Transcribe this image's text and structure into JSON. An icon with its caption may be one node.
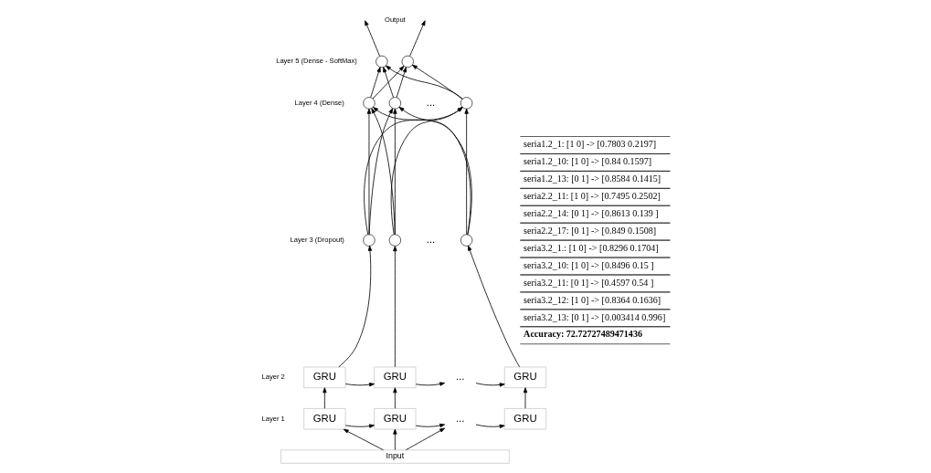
{
  "diagram": {
    "nodes": [
      {
        "text": [],
        "shape": "circle"
      },
      {
        "text": [],
        "shape": "circle"
      },
      {
        "text": [],
        "shape": "circle"
      },
      {
        "text": [],
        "shape": "circle"
      },
      {
        "text": [],
        "shape": "circle"
      },
      {
        "text": [],
        "shape": "circle"
      },
      {
        "text": [],
        "shape": "circle"
      },
      {
        "text": [],
        "shape": "circle"
      },
      {
        "text": [
          "GRU"
        ]
      },
      {
        "text": [
          "GRU"
        ]
      },
      {
        "text": [
          "..."
        ]
      },
      {
        "text": [
          "GRU"
        ]
      },
      {
        "text": [
          "GRU"
        ]
      },
      {
        "text": [
          "GRU"
        ]
      },
      {
        "text": [
          "..."
        ]
      },
      {
        "text": [
          "GRU"
        ]
      },
      {
        "text": [
          "Input"
        ]
      }
    ],
    "edges": [
      {
        "from": 16,
        "to": 12,
        "arrow": "to"
      },
      {
        "from": 16,
        "to": 13,
        "arrow": "to"
      },
      {
        "from": 16,
        "to": 14,
        "arrow": "to"
      },
      {
        "from": 12,
        "to": 13,
        "arrow": "to"
      },
      {
        "from": 13,
        "to": 14,
        "arrow": "to"
      },
      {
        "from": 14,
        "to": 15,
        "arrow": "to"
      },
      {
        "from": 12,
        "to": 8,
        "arrow": "to"
      },
      {
        "from": 13,
        "to": 9,
        "arrow": "to"
      },
      {
        "from": 15,
        "to": 11,
        "arrow": "to"
      },
      {
        "from": 8,
        "to": 9,
        "arrow": "to"
      },
      {
        "from": 9,
        "to": 10,
        "arrow": "to"
      },
      {
        "from": 10,
        "to": 11,
        "arrow": "to"
      },
      {
        "from": 8,
        "to": 5,
        "arrow": "to"
      },
      {
        "from": 9,
        "to": 6,
        "arrow": "to"
      },
      {
        "from": 11,
        "to": 7,
        "arrow": "to"
      },
      {
        "from": 5,
        "to": 2,
        "arrow": "to"
      },
      {
        "from": 5,
        "to": 3,
        "arrow": "to"
      },
      {
        "from": 5,
        "to": 4,
        "arrow": "to"
      },
      {
        "from": 6,
        "to": 2,
        "arrow": "to"
      },
      {
        "from": 6,
        "to": 3,
        "arrow": "to"
      },
      {
        "from": 6,
        "to": 4,
        "arrow": "to"
      },
      {
        "from": 7,
        "to": 2,
        "arrow": "to"
      },
      {
        "from": 7,
        "to": 3,
        "arrow": "to"
      },
      {
        "from": 7,
        "to": 4,
        "arrow": "to"
      },
      {
        "from": 2,
        "to": 0,
        "arrow": "to"
      },
      {
        "from": 2,
        "to": 1,
        "arrow": "to"
      },
      {
        "from": 3,
        "to": 0,
        "arrow": "to"
      },
      {
        "from": 3,
        "to": 1,
        "arrow": "to"
      },
      {
        "from": 4,
        "to": 0,
        "arrow": "to"
      },
      {
        "from": 4,
        "to": 1,
        "arrow": "to"
      },
      {
        "from": 0,
        "to": null,
        "arrow": "to"
      },
      {
        "from": 1,
        "to": null,
        "arrow": "to"
      }
    ],
    "labels": [
      "Output",
      "Layer 5 (Dense - SoftMax)",
      "Layer 4 (Dense)",
      "...",
      "Layer 3 (Dropout)",
      "...",
      "Layer 2",
      "Layer 1",
      "seria1.2_1: [1 0] -> [0.7803 0.2197]",
      "seria1.2_10: [1 0] -> [0.84 0.1597]",
      "seria1.2_13: [0 1] -> [0.8584 0.1415]",
      "seria2.2_11: [1 0] -> [0.7495 0.2502]",
      "seria2.2_14: [0 1] -> [0.8613 0.139 ]",
      "seria2.2_17: [0 1] -> [0.849 0.1508]",
      "seria3.2_1.: [1 0] -> [0.8296 0.1704]",
      "seria3.2_10: [1 0] -> [0.8496 0.15 ]",
      "seria3.2_11: [0 1] -> [0.4597 0.54 ]",
      "seria3.2_12: [1 0] -> [0.8364 0.1636]",
      "seria3.2_13: [0 1] -> [0.003414 0.996]",
      "Accuracy: 72.72727489471436"
    ]
  }
}
